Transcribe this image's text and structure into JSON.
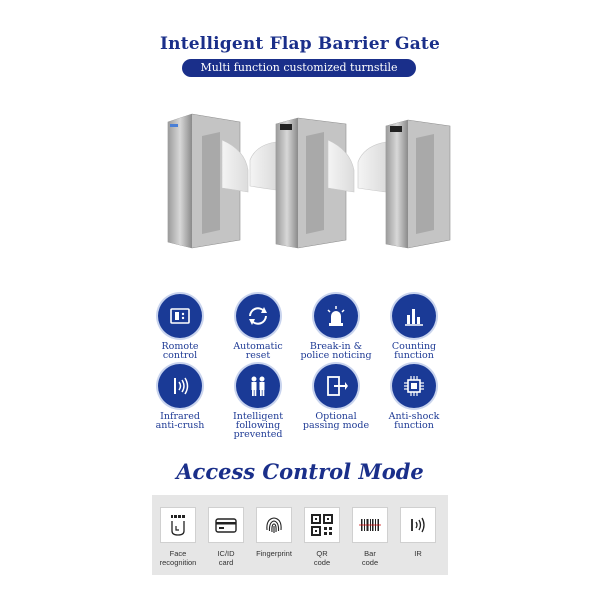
{
  "header": {
    "title": "Intelligent Flap Barrier Gate",
    "subtitle": "Multi function customized turnstile"
  },
  "features": [
    {
      "label": "Romote\ncontrol",
      "icon": "remote-control-icon"
    },
    {
      "label": "Automatic\nreset",
      "icon": "reset-arrows-icon"
    },
    {
      "label": "Break-in &\npolice noticing",
      "icon": "alarm-light-icon"
    },
    {
      "label": "Counting\nfunction",
      "icon": "bar-counter-icon"
    },
    {
      "label": "Infrared\nanti-crush",
      "icon": "infrared-icon"
    },
    {
      "label": "Intelligent\nfollowing prevented",
      "icon": "two-people-icon"
    },
    {
      "label": "Optional\npassing mode",
      "icon": "exit-door-icon"
    },
    {
      "label": "Anti-shock\nfunction",
      "icon": "chip-icon"
    }
  ],
  "access": {
    "title": "Access Control Mode",
    "modes": [
      {
        "label": "Face\nrecognition",
        "icon": "face-scan-icon"
      },
      {
        "label": "IC/ID\ncard",
        "icon": "card-icon"
      },
      {
        "label": "Fingerprint",
        "icon": "fingerprint-icon"
      },
      {
        "label": "QR\ncode",
        "icon": "qr-code-icon"
      },
      {
        "label": "Bar\ncode",
        "icon": "barcode-icon"
      },
      {
        "label": "IR",
        "icon": "ir-icon"
      }
    ]
  },
  "colors": {
    "brand": "#1a2f8a",
    "circle": "#1a3a96",
    "strip": "#e6e6e6"
  }
}
